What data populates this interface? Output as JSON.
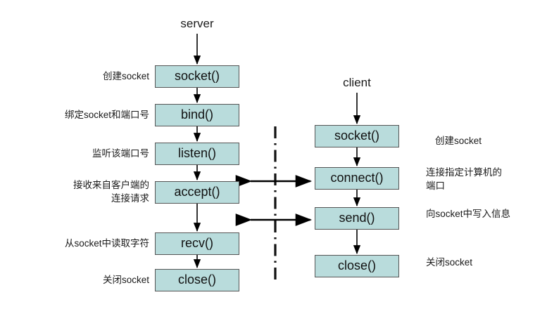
{
  "diagram": {
    "title_server": "server",
    "title_client": "client",
    "colors": {
      "box_fill": "#b9dcdc",
      "box_border": "#555555",
      "text": "#1a1a1a",
      "arrow": "#000000",
      "background": "#ffffff"
    },
    "server_column": {
      "header": "server",
      "steps": [
        {
          "box": "socket()",
          "label": "创建socket"
        },
        {
          "box": "bind()",
          "label": "绑定socket和端口号"
        },
        {
          "box": "listen()",
          "label": "监听该端口号"
        },
        {
          "box": "accept()",
          "label": "接收来自客户端的\n连接请求"
        },
        {
          "box": "recv()",
          "label": "从socket中读取字符"
        },
        {
          "box": "close()",
          "label": "关闭socket"
        }
      ]
    },
    "client_column": {
      "header": "client",
      "steps": [
        {
          "box": "socket()",
          "label": "创建socket"
        },
        {
          "box": "connect()",
          "label": "连接指定计算机的\n端口"
        },
        {
          "box": "send()",
          "label": "向socket中写入信息"
        },
        {
          "box": "close()",
          "label": "关闭socket"
        }
      ]
    },
    "separator": {
      "style": "dash-dot vertical line",
      "bidirectional_arrows": 2
    }
  }
}
